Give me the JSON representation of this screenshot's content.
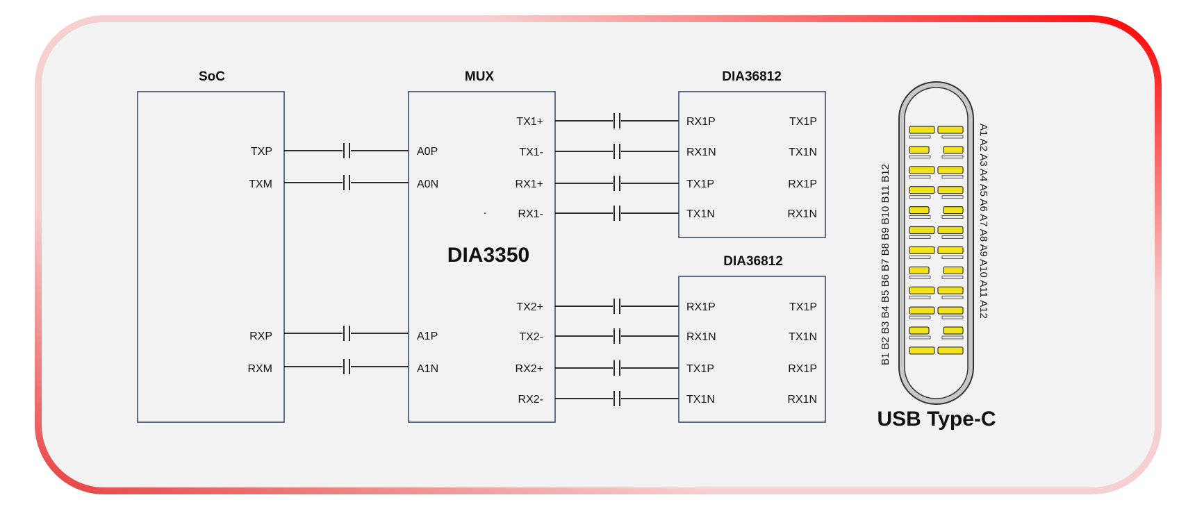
{
  "soc": {
    "title": "SoC",
    "pins": [
      "TXP",
      "TXM",
      "RXP",
      "RXM"
    ]
  },
  "mux": {
    "title": "MUX",
    "chip": "DIA3350",
    "left_pins": [
      "A0P",
      "A0N",
      "A1P",
      "A1N"
    ],
    "right_pins": [
      "TX1+",
      "TX1-",
      "RX1+",
      "RX1-",
      "TX2+",
      "TX2-",
      "RX2+",
      "RX2-"
    ],
    "dot": "."
  },
  "redriver_top": {
    "title": "DIA36812",
    "left_pins": [
      "RX1P",
      "RX1N",
      "TX1P",
      "TX1N"
    ],
    "right_pins": [
      "TX1P",
      "TX1N",
      "RX1P",
      "RX1N"
    ]
  },
  "redriver_bottom": {
    "title": "DIA36812",
    "left_pins": [
      "RX1P",
      "RX1N",
      "TX1P",
      "TX1N"
    ],
    "right_pins": [
      "TX1P",
      "TX1N",
      "RX1P",
      "RX1N"
    ]
  },
  "usb": {
    "label": "USB Type-C",
    "b_row": "B1 B2 B3 B4 B5 B6 B7 B8 B9 B10 B11 B12",
    "a_row": "A1 A2 A3 A4 A5 A6 A7 A8 A9 A10 A11 A12",
    "pin_color": "#f2e21a",
    "shell_color": "#c8c8c8"
  },
  "colors": {
    "border_accent": "#ee1111",
    "panel": "#f2f2f2"
  }
}
